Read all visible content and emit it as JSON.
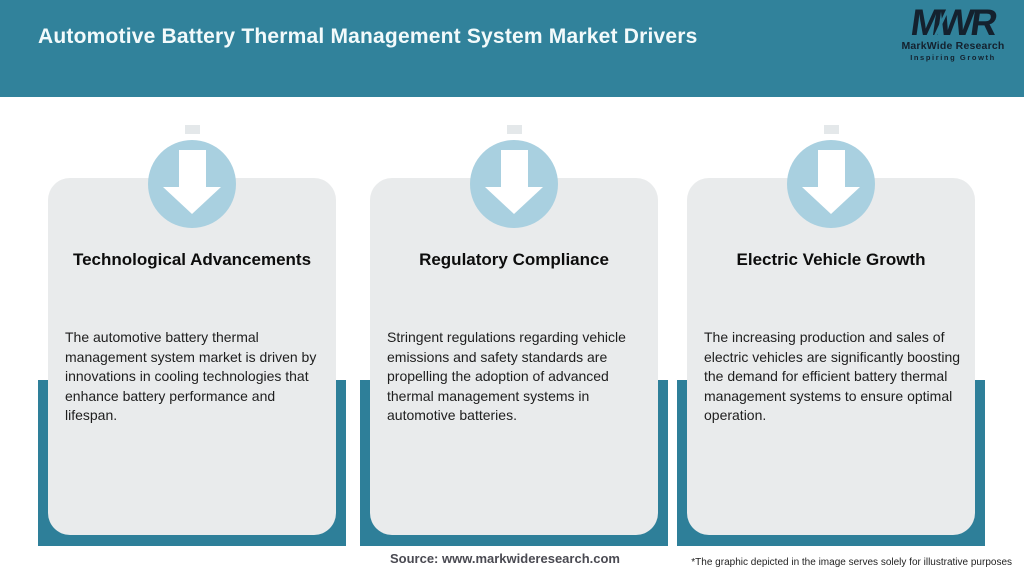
{
  "header": {
    "title": "Automotive Battery Thermal Management System Market Drivers"
  },
  "logo": {
    "monogram": "MWR",
    "name": "MarkWide Research",
    "tagline": "Inspiring Growth"
  },
  "cards": [
    {
      "icon": "arrow-down-icon",
      "title": "Technological Advancements",
      "body": "The automotive battery thermal management system market is driven by innovations in cooling technologies that enhance battery performance and lifespan."
    },
    {
      "icon": "arrow-down-icon",
      "title": "Regulatory Compliance",
      "body": "Stringent regulations regarding vehicle emissions and safety standards are propelling the adoption of advanced thermal management systems in automotive batteries."
    },
    {
      "icon": "arrow-down-icon",
      "title": "Electric Vehicle Growth",
      "body": "The increasing production and sales of electric vehicles are significantly boosting the demand for efficient battery thermal management systems to ensure optimal operation."
    }
  ],
  "footer": {
    "source": "Source: www.markwideresearch.com",
    "disclaimer": "*The graphic depicted in the image serves solely for illustrative purposes"
  },
  "colors": {
    "header_teal": "#31829b",
    "frame_teal": "#2e7f99",
    "card_gray": "#e9ebec",
    "circle_blue": "#a9d0e0",
    "logo_dark": "#14212e",
    "title_white": "#f2fafb"
  }
}
